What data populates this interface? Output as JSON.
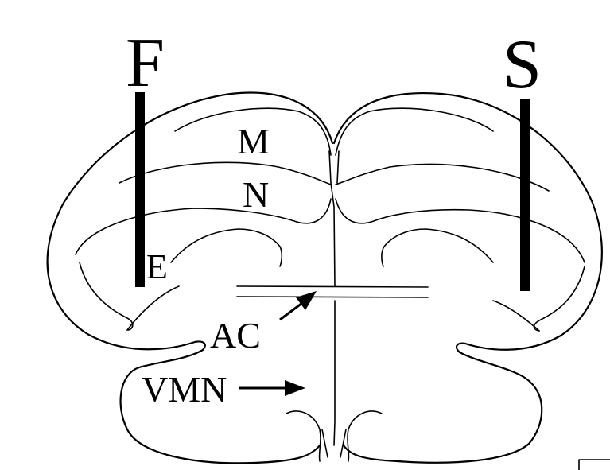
{
  "diagram": {
    "labels": {
      "electrode_left": "F",
      "electrode_right": "S",
      "layer_m": "M",
      "layer_n": "N",
      "layer_e": "E",
      "commissure": "AC",
      "nucleus": "VMN"
    },
    "colors": {
      "ink": "#000000",
      "background": "#ffffff"
    }
  }
}
